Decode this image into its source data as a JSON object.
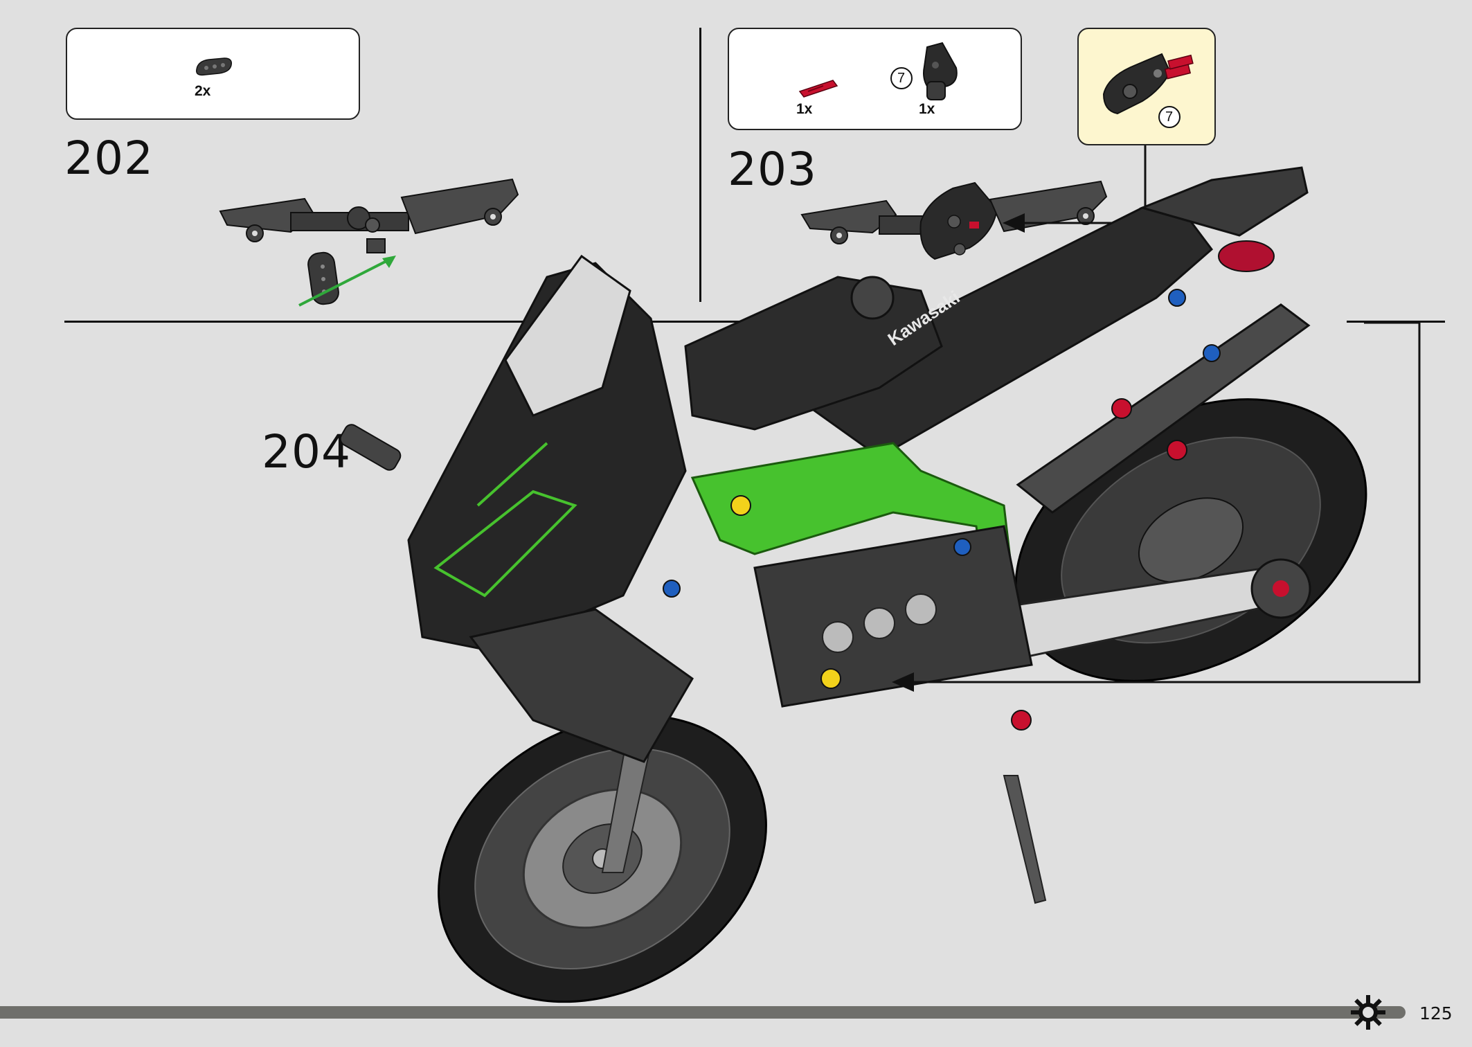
{
  "page": {
    "number": "125",
    "gear_icon": "gear-icon"
  },
  "steps": [
    {
      "number": "202",
      "parts": [
        {
          "quantity": "2x",
          "icon": "beam-connector-part-icon",
          "color": "#3a3a3a"
        }
      ]
    },
    {
      "number": "203",
      "parts": [
        {
          "quantity": "1x",
          "icon": "axle-part-icon",
          "color": "#c8102e"
        },
        {
          "quantity": "1x",
          "icon": "fairing-panel-part-icon",
          "color": "#2b2b2b",
          "callout_count": "7"
        }
      ],
      "subassembly_callout": {
        "count": "7",
        "background": "#fdf6cf"
      }
    },
    {
      "number": "204"
    }
  ],
  "colors": {
    "background": "#e0e0e0",
    "frame_green": "#47c22e",
    "body_black": "#2a2a2a",
    "accent_red": "#c8102e",
    "accent_blue": "#1f5fbf",
    "accent_yellow": "#f2d21b",
    "arrow_green": "#2fa83a",
    "footer_bar": "#6f6f6b"
  }
}
